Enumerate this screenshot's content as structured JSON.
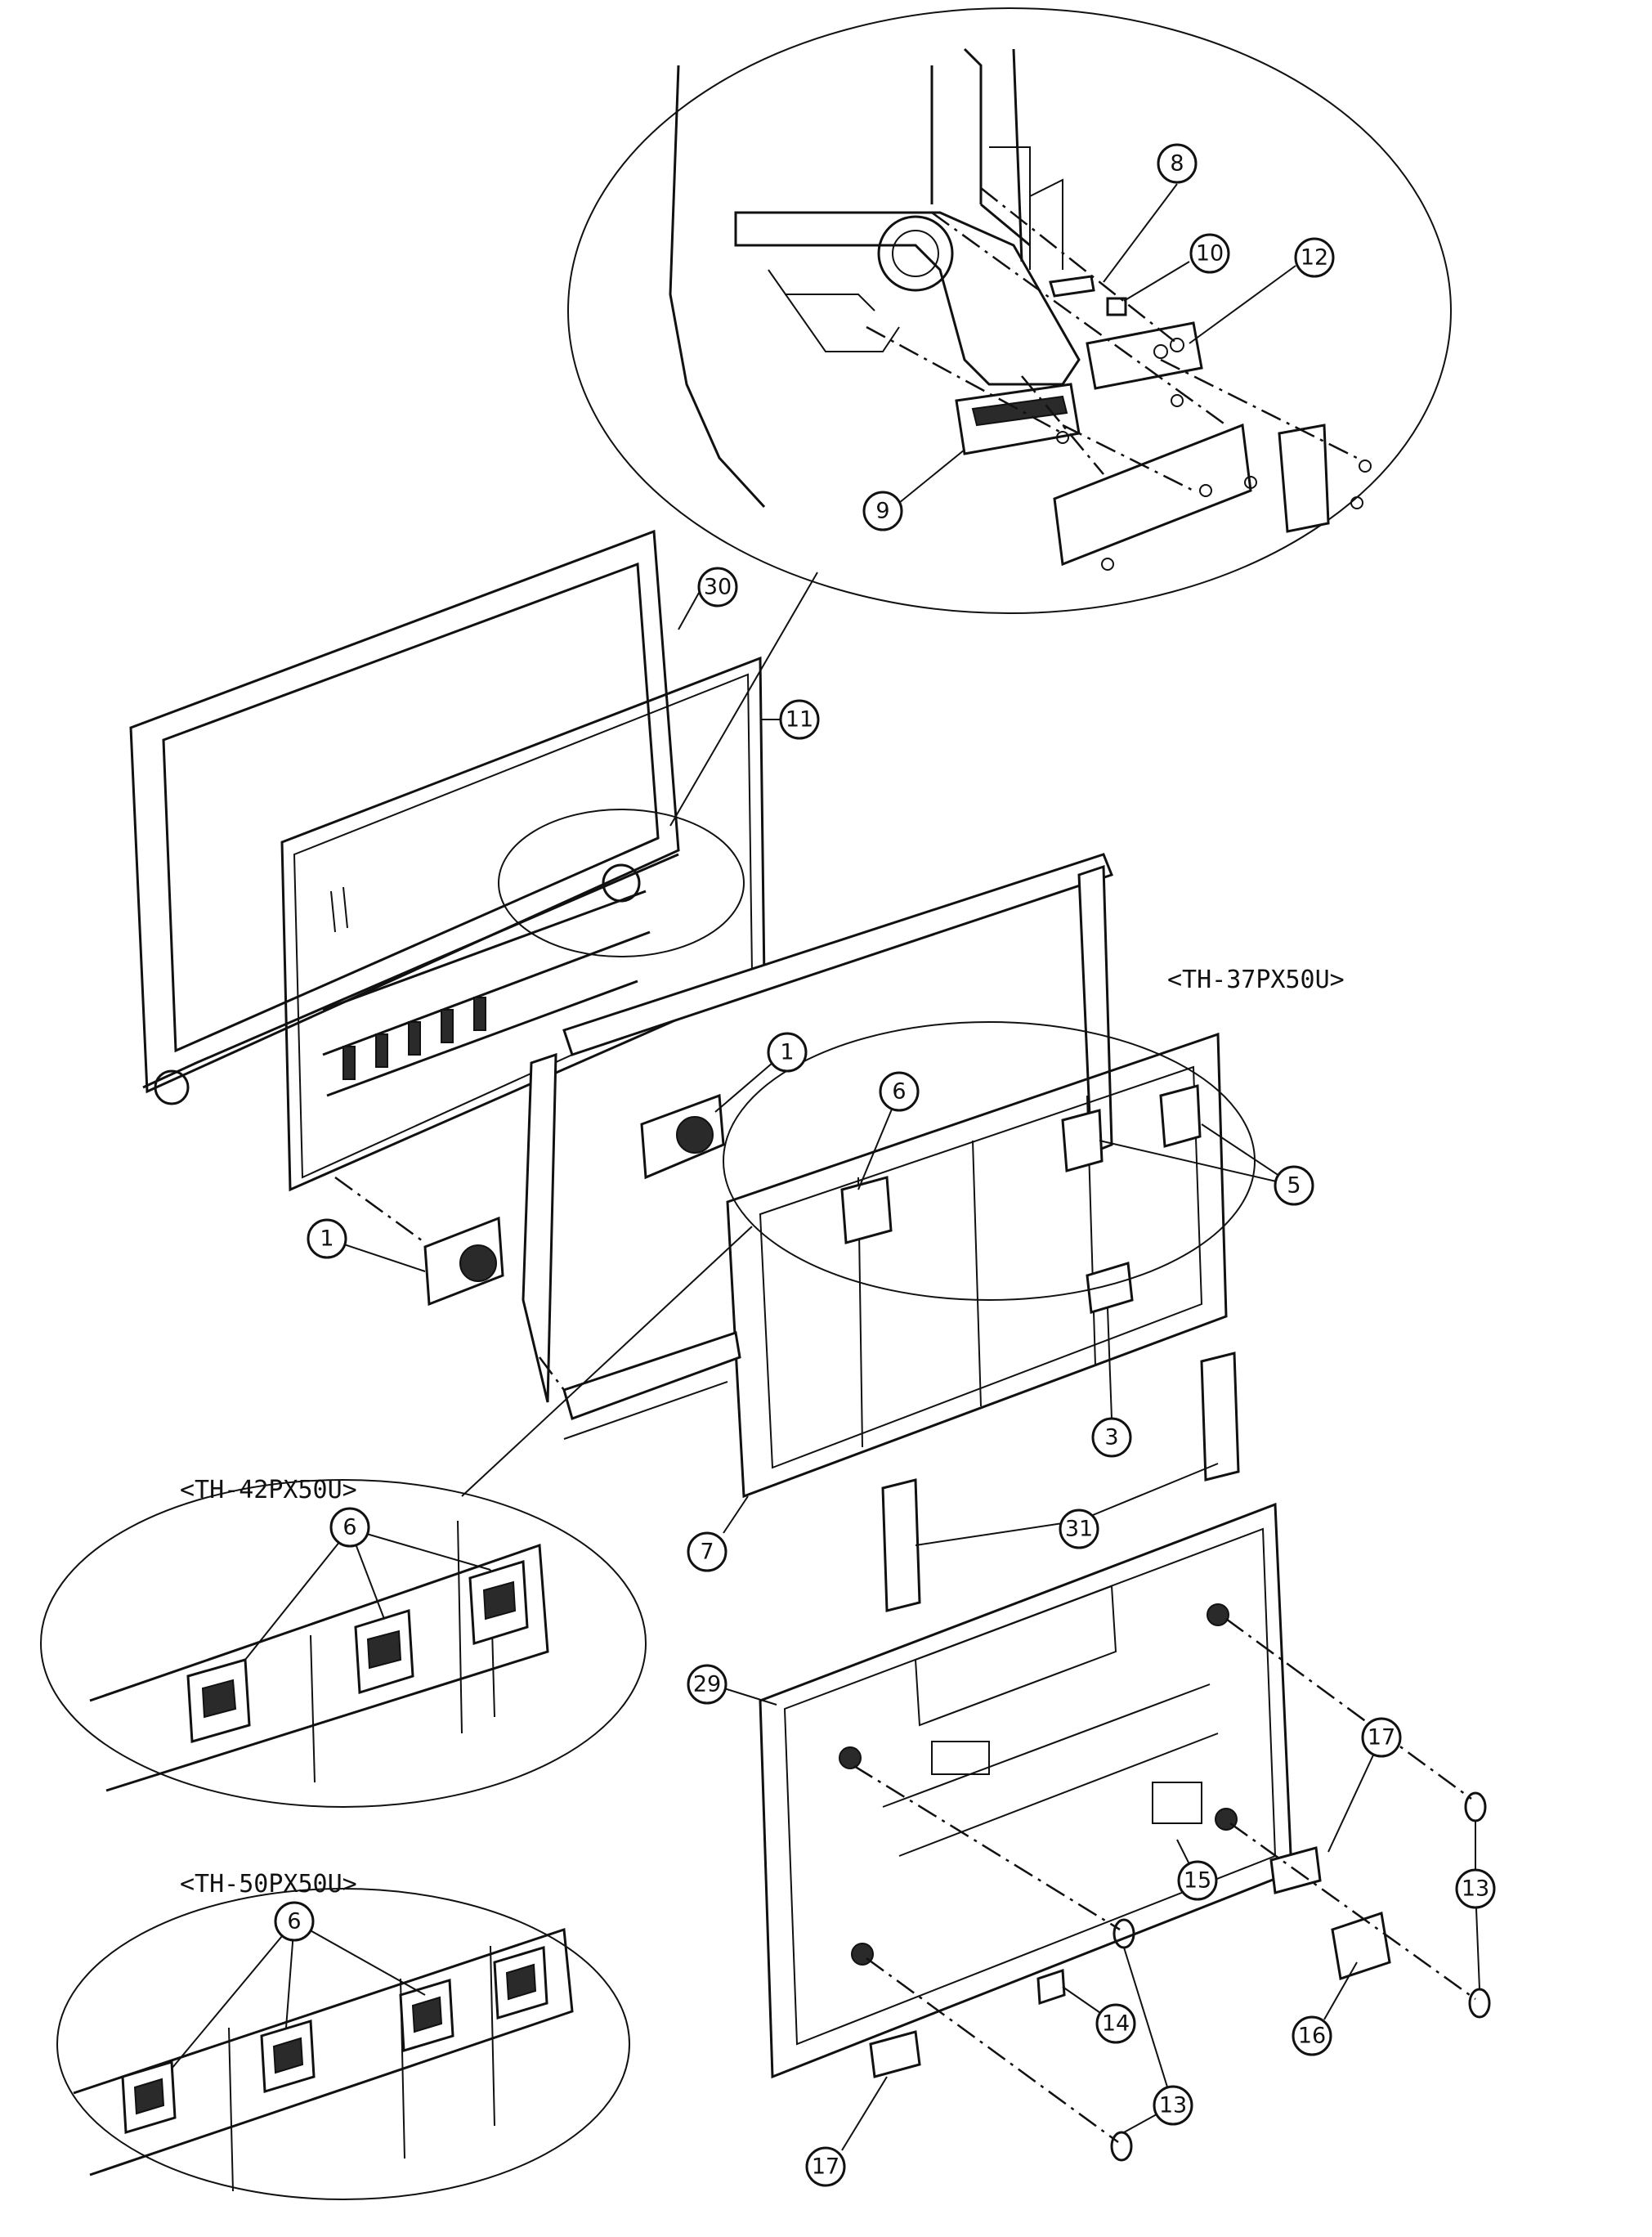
{
  "model_labels": {
    "th37": "<TH-37PX50U>",
    "th42": "<TH-42PX50U>",
    "th50": "<TH-50PX50U>"
  },
  "callouts": {
    "c1a": "1",
    "c1b": "1",
    "c3": "3",
    "c5": "5",
    "c6a": "6",
    "c6b": "6",
    "c6c": "6",
    "c7": "7",
    "c8": "8",
    "c9": "9",
    "c10": "10",
    "c11": "11",
    "c12": "12",
    "c13a": "13",
    "c13b": "13",
    "c14": "14",
    "c15": "15",
    "c16": "16",
    "c17a": "17",
    "c17b": "17",
    "c29": "29",
    "c30": "30",
    "c31": "31"
  }
}
